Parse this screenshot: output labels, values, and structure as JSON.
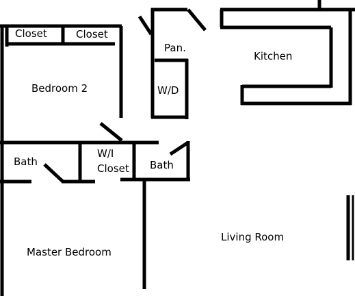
{
  "rooms": {
    "closet_left": "Closet",
    "closet_right": "Closet",
    "pantry": "Pan.",
    "kitchen": "Kitchen",
    "bedroom_2": "Bedroom 2",
    "washer_dryer": "W/D",
    "bath_left": "Bath",
    "walk_in_closet_line1": "W/I",
    "walk_in_closet_line2": "Closet",
    "bath_right": "Bath",
    "master_bedroom": "Master Bedroom",
    "living_room": "Living Room"
  },
  "colors": {
    "wall": "#000000",
    "background": "#ffffff"
  }
}
